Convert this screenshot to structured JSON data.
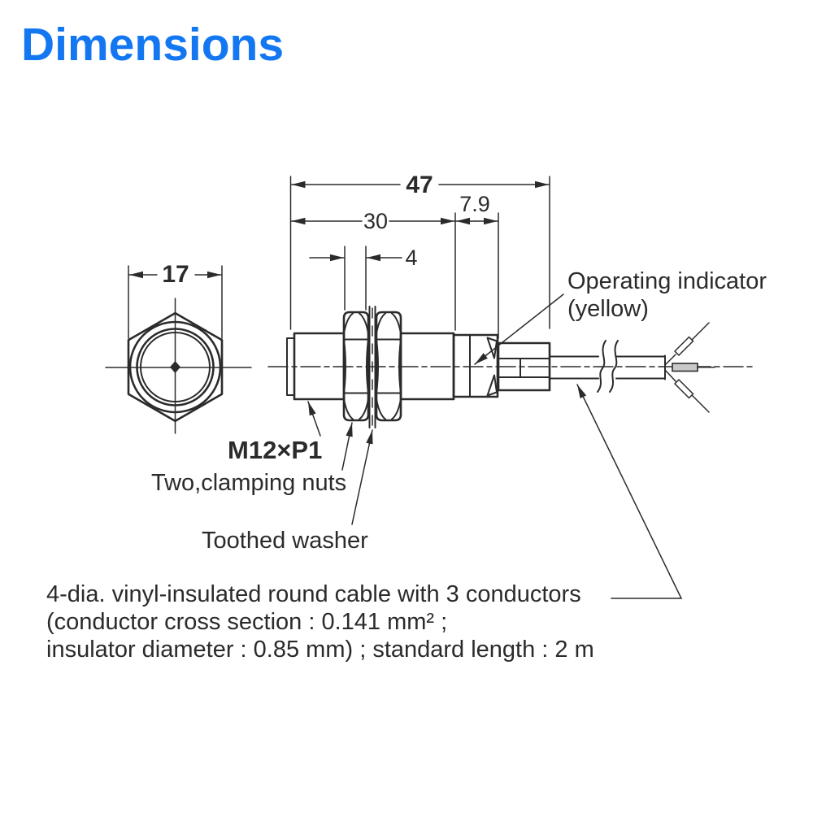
{
  "title": {
    "text": "Dimensions"
  },
  "colors": {
    "title_blue": "#1477f2",
    "line": "#2b2b2b",
    "conductor_fill": "#c9c9c9",
    "background": "#ffffff"
  },
  "dimensions": {
    "overall_length": "47",
    "thread_length": "30",
    "indicator_width": "7.9",
    "nut_thickness": "4",
    "hex_across_flats": "17"
  },
  "labels": {
    "operating_indicator_line1": "Operating indicator",
    "operating_indicator_line2": "(yellow)",
    "thread_spec": "M12×P1",
    "clamping_nuts": "Two,clamping nuts",
    "toothed_washer": "Toothed washer"
  },
  "cable_note": {
    "line1": "4-dia. vinyl-insulated round cable with 3 conductors",
    "line2": "(conductor cross section : 0.141 mm² ;",
    "line3": "insulator diameter : 0.85 mm) ; standard length : 2 m"
  }
}
